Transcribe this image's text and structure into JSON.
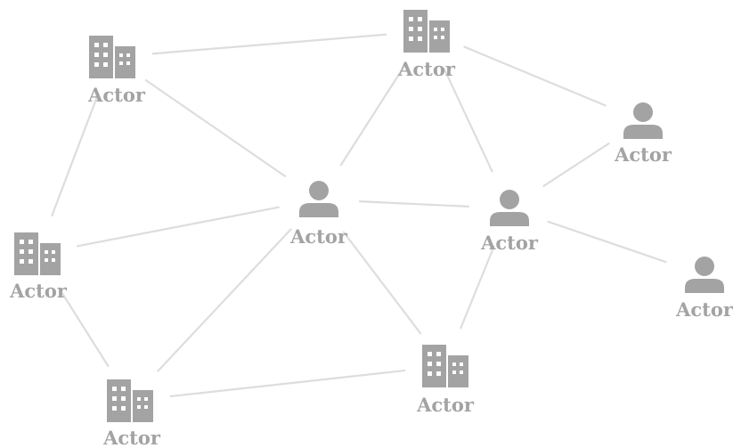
{
  "colors": {
    "edge": "#dddddd",
    "icon": "#a3a3a3",
    "label": "#a3a3a3",
    "background": "#ffffff"
  },
  "nodes": [
    {
      "id": "n1",
      "kind": "organization",
      "icon": "building-icon",
      "label": "Actor"
    },
    {
      "id": "n2",
      "kind": "organization",
      "icon": "building-icon",
      "label": "Actor"
    },
    {
      "id": "n3",
      "kind": "person",
      "icon": "person-icon",
      "label": "Actor"
    },
    {
      "id": "n4",
      "kind": "person",
      "icon": "person-icon",
      "label": "Actor"
    },
    {
      "id": "n5",
      "kind": "person",
      "icon": "person-icon",
      "label": "Actor"
    },
    {
      "id": "n6",
      "kind": "organization",
      "icon": "building-icon",
      "label": "Actor"
    },
    {
      "id": "n7",
      "kind": "person",
      "icon": "person-icon",
      "label": "Actor"
    },
    {
      "id": "n8",
      "kind": "organization",
      "icon": "building-icon",
      "label": "Actor"
    },
    {
      "id": "n9",
      "kind": "organization",
      "icon": "building-icon",
      "label": "Actor"
    }
  ],
  "edges": [
    [
      "n1",
      "n2"
    ],
    [
      "n1",
      "n4"
    ],
    [
      "n1",
      "n6"
    ],
    [
      "n2",
      "n3"
    ],
    [
      "n2",
      "n4"
    ],
    [
      "n2",
      "n5"
    ],
    [
      "n3",
      "n5"
    ],
    [
      "n4",
      "n5"
    ],
    [
      "n4",
      "n6"
    ],
    [
      "n4",
      "n8"
    ],
    [
      "n4",
      "n9"
    ],
    [
      "n5",
      "n7"
    ],
    [
      "n5",
      "n9"
    ],
    [
      "n6",
      "n8"
    ],
    [
      "n8",
      "n9"
    ]
  ]
}
